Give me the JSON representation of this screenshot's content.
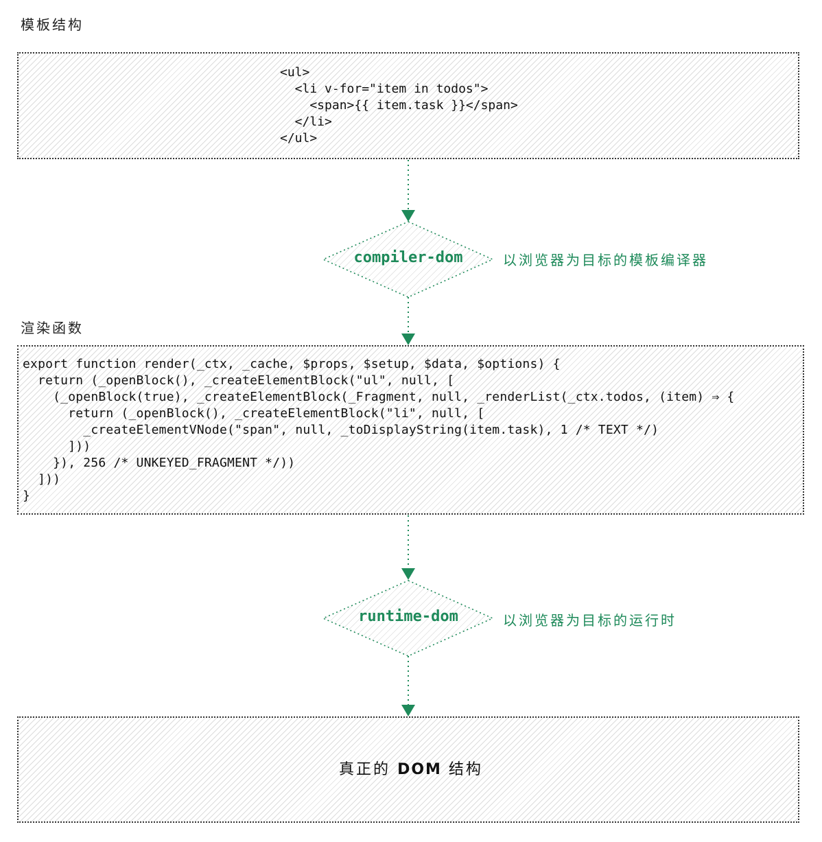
{
  "template_section": {
    "label": "模板结构",
    "code": "<ul>\n  <li v-for=\"item in todos\">\n    <span>{{ item.task }}</span>\n  </li>\n</ul>"
  },
  "compiler_step": {
    "name": "compiler-dom",
    "note": "以浏览器为目标的模板编译器"
  },
  "render_section": {
    "label": "渲染函数",
    "code": "export function render(_ctx, _cache, $props, $setup, $data, $options) {\n  return (_openBlock(), _createElementBlock(\"ul\", null, [\n    (_openBlock(true), _createElementBlock(_Fragment, null, _renderList(_ctx.todos, (item) ⇒ {\n      return (_openBlock(), _createElementBlock(\"li\", null, [\n        _createElementVNode(\"span\", null, _toDisplayString(item.task), 1 /* TEXT */)\n      ]))\n    }), 256 /* UNKEYED_FRAGMENT */))\n  ]))\n}"
  },
  "runtime_step": {
    "name": "runtime-dom",
    "note": "以浏览器为目标的运行时"
  },
  "final_section": {
    "text_before": "真正的",
    "highlight": "DOM",
    "text_after": "结构"
  },
  "colors": {
    "accent": "#1e8a5a",
    "border": "#333333",
    "hatch": "#dcdcdc"
  }
}
